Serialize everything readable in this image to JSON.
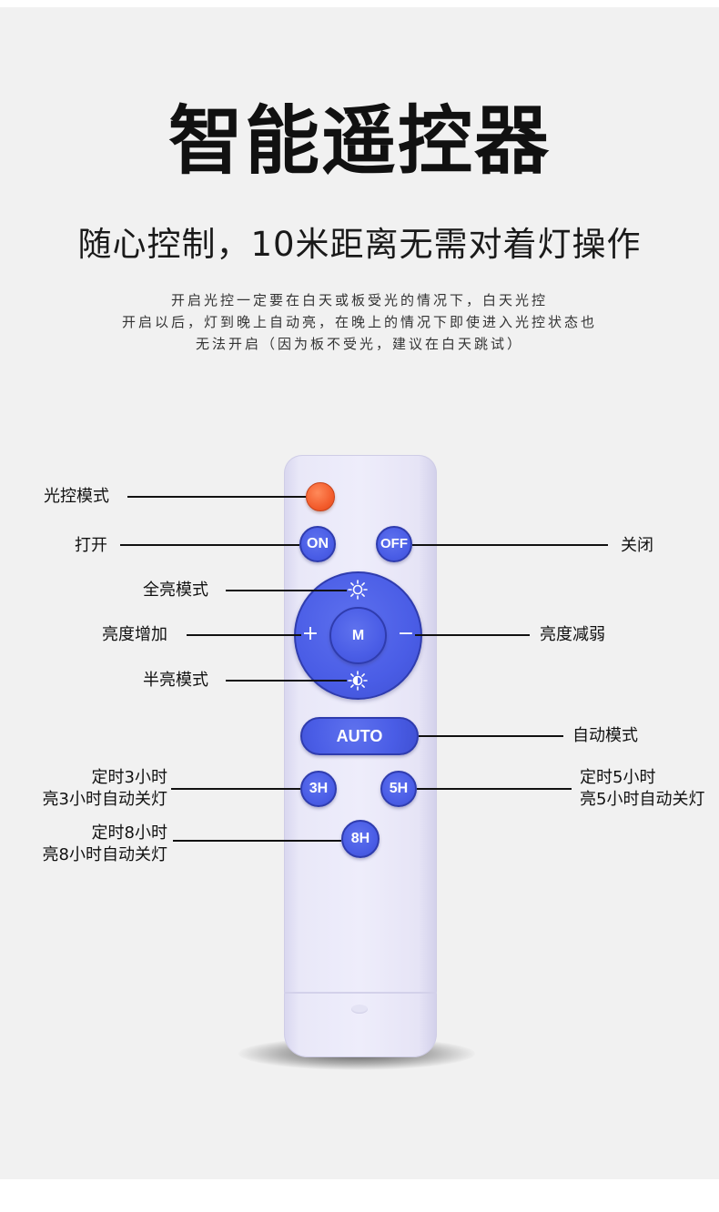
{
  "header": {
    "title": "智能遥控器",
    "subtitle": "随心控制，10米距离无需对着灯操作",
    "description": [
      "开启光控一定要在白天或板受光的情况下，白天光控",
      "开启以后，灯到晚上自动亮，在晚上的情况下即使进入光控状态也",
      "无法开启（因为板不受光，建议在白天跳试）"
    ]
  },
  "remote": {
    "buttons": {
      "on": "ON",
      "off": "OFF",
      "mode": "M",
      "plus": "+",
      "minus": "−",
      "auto": "AUTO",
      "h3": "3H",
      "h5": "5H",
      "h8": "8H"
    },
    "labels": {
      "light_control": "光控模式",
      "open": "打开",
      "close": "关闭",
      "full_bright": "全亮模式",
      "brightness_up": "亮度增加",
      "brightness_down": "亮度减弱",
      "half_bright": "半亮模式",
      "auto_mode": "自动模式",
      "timer3_line1": "定时3小时",
      "timer3_line2": "亮3小时自动关灯",
      "timer5_line1": "定时5小时",
      "timer5_line2": "亮5小时自动关灯",
      "timer8_line1": "定时8小时",
      "timer8_line2": "亮8小时自动关灯"
    }
  },
  "colors": {
    "button_blue": "#4a5de6",
    "button_orange": "#f25a2a",
    "remote_body": "#eeedfb",
    "background": "#f1f1f1"
  }
}
